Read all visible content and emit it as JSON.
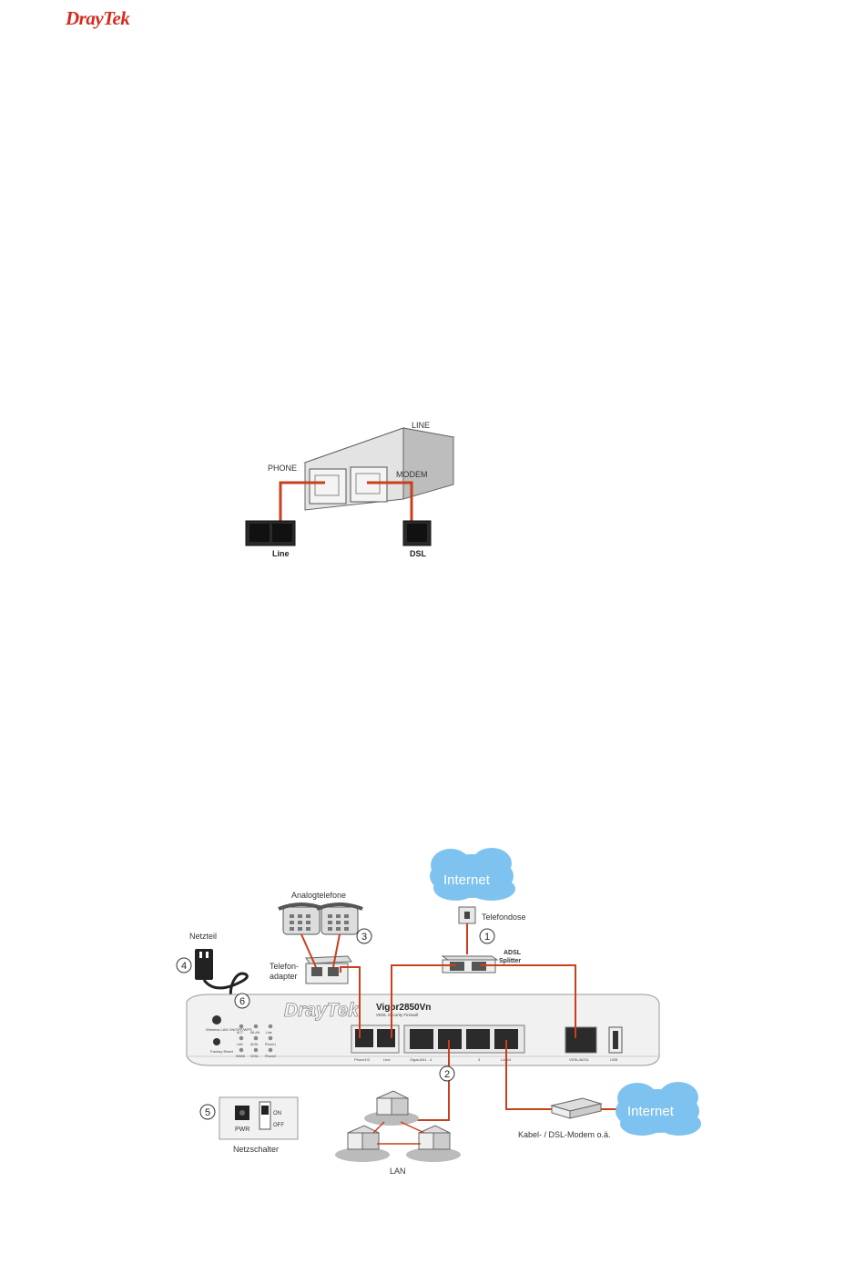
{
  "header": {
    "logo_text": "DrayTek"
  },
  "splitter_figure": {
    "label_line": "LINE",
    "label_phone": "PHONE",
    "label_modem": "MODEM",
    "label_line_jack": "Line",
    "label_dsl_jack": "DSL"
  },
  "network_figure": {
    "internet_top": "Internet",
    "telefondose": "Telefondose",
    "analogtelefone": "Analogtelefone",
    "netzteil": "Netzteil",
    "telefonadapter_1": "Telefon-",
    "telefonadapter_2": "adapter",
    "adsl_splitter_1": "ADSL",
    "adsl_splitter_2": "Splitter",
    "router_brand": "DrayTek",
    "router_model": "Vigor2850Vn",
    "router_subtitle": "VDSL Security Firewall",
    "port_phone": "Phone1/2",
    "port_line": "Line",
    "port_gigalan": "GigaLAN1 - 4",
    "port_lan_mid": "3",
    "port_lan_wan": "LAN/4",
    "port_vdsl": "VDSL/ADSL",
    "port_usb": "USB",
    "led_wireless": "Wireless LAN ON/OFF/WPS",
    "led_factory": "Factory Reset",
    "led_labels": [
      "ACT",
      "WLAN",
      "Line",
      "LAN",
      "ADSL",
      "Phone1",
      "WWW",
      "VDSL",
      "Phone2"
    ],
    "pwr": "PWR",
    "on": "ON",
    "off": "OFF",
    "netzschalter": "Netzschalter",
    "lan": "LAN",
    "modem_label": "Kabel- / DSL-Modem o.ä.",
    "internet_right": "Internet",
    "callouts": [
      "1",
      "2",
      "3",
      "4",
      "5",
      "6"
    ]
  }
}
